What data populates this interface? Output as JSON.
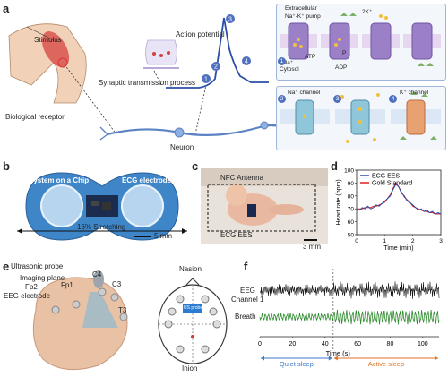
{
  "panels": {
    "a": {
      "label": "a",
      "stimulus": "Stimulus",
      "biological_receptor": "Biological receptor",
      "synaptic": "Synaptic transmission process",
      "action_potential": "Action potential",
      "neuron": "Neuron",
      "steps": [
        "1",
        "2",
        "3",
        "4"
      ],
      "pump": {
        "extracellular": "Extracellular",
        "pump_name": "Na⁺-K⁺ pump",
        "cytosol": "Cytosol",
        "na3": "3Na⁺",
        "atp": "ATP",
        "adp": "ADP",
        "p": "P",
        "k2": "2K⁺"
      },
      "channels": {
        "na_channel": "Na⁺ channel",
        "k_channel": "K⁺ channel"
      }
    },
    "b": {
      "label": "b",
      "system_on_chip": "System on a Chip",
      "ecg_electrode": "ECG electrode",
      "stretching": "16% Stretching",
      "scale": "5 mm"
    },
    "c": {
      "label": "c",
      "nfc_antenna": "NFC Antenna",
      "ecg_ees": "ECG EES",
      "scale": "3 mm"
    },
    "d": {
      "label": "d",
      "chart_data": {
        "type": "line",
        "ylabel": "Heart rate (bpm)",
        "xlabel": "Time (min)",
        "xlim": [
          0,
          3
        ],
        "ylim": [
          50,
          100
        ],
        "xticks": [
          "0",
          "1",
          "2",
          "3"
        ],
        "yticks": [
          "50",
          "60",
          "70",
          "80",
          "90",
          "100"
        ],
        "legend_position": "top",
        "series": [
          {
            "name": "ECG EES",
            "color": "#2b4fa8",
            "x": [
              0,
              0.1,
              0.2,
              0.3,
              0.4,
              0.5,
              0.6,
              0.7,
              0.8,
              0.9,
              1.0,
              1.1,
              1.2,
              1.3,
              1.4,
              1.5,
              1.6,
              1.7,
              1.8,
              1.9,
              2.0,
              2.1,
              2.2,
              2.3,
              2.4,
              2.5,
              2.6,
              2.7,
              2.8,
              2.9,
              3.0
            ],
            "y": [
              70,
              69,
              71,
              70,
              72,
              70,
              71,
              73,
              72,
              74,
              76,
              78,
              80,
              85,
              89,
              87,
              82,
              80,
              76,
              75,
              73,
              71,
              69,
              70,
              68,
              69,
              67,
              68,
              66,
              67,
              66
            ]
          },
          {
            "name": "Gold Standard",
            "color": "#e02020",
            "x": [
              0,
              0.1,
              0.2,
              0.3,
              0.4,
              0.5,
              0.6,
              0.7,
              0.8,
              0.9,
              1.0,
              1.1,
              1.2,
              1.3,
              1.4,
              1.5,
              1.6,
              1.7,
              1.8,
              1.9,
              2.0,
              2.1,
              2.2,
              2.3,
              2.4,
              2.5,
              2.6,
              2.7,
              2.8,
              2.9,
              3.0
            ],
            "y": [
              70,
              70,
              70,
              71,
              71,
              71,
              72,
              72,
              73,
              74,
              75,
              78,
              81,
              86,
              90,
              87,
              83,
              79,
              77,
              75,
              72,
              71,
              70,
              69,
              68,
              68,
              67,
              67,
              66,
              66,
              66
            ]
          }
        ]
      }
    },
    "e": {
      "label": "e",
      "ultrasonic_probe": "Ultrasonic probe",
      "imaging_plane": "Imaging plane",
      "eeg_electrode": "EEG electrode",
      "electrodes": [
        "C4",
        "C3",
        "Fp2",
        "Fp1",
        "T3"
      ],
      "nasion": "Nasion",
      "inion": "Inion",
      "us_probe": "US probe"
    },
    "f": {
      "label": "f",
      "chart_data": {
        "type": "line",
        "xlabel": "Time (s)",
        "xlim": [
          0,
          110
        ],
        "xticks": [
          "0",
          "20",
          "40",
          "60",
          "80",
          "100"
        ],
        "series": [
          {
            "name": "EEG Channel 1",
            "color": "#111111"
          },
          {
            "name": "Breath",
            "color": "#2e8b2e"
          }
        ],
        "annotations": [
          {
            "text": "Quiet sleep",
            "x_start": 0,
            "x_end": 45,
            "color": "#3c78c8"
          },
          {
            "text": "Active sleep",
            "x_start": 45,
            "x_end": 110,
            "color": "#e07020"
          }
        ]
      },
      "eeg_label_1": "EEG",
      "eeg_label_2": "Channel 1",
      "breath_label": "Breath",
      "xlabel": "Time (s)"
    }
  }
}
